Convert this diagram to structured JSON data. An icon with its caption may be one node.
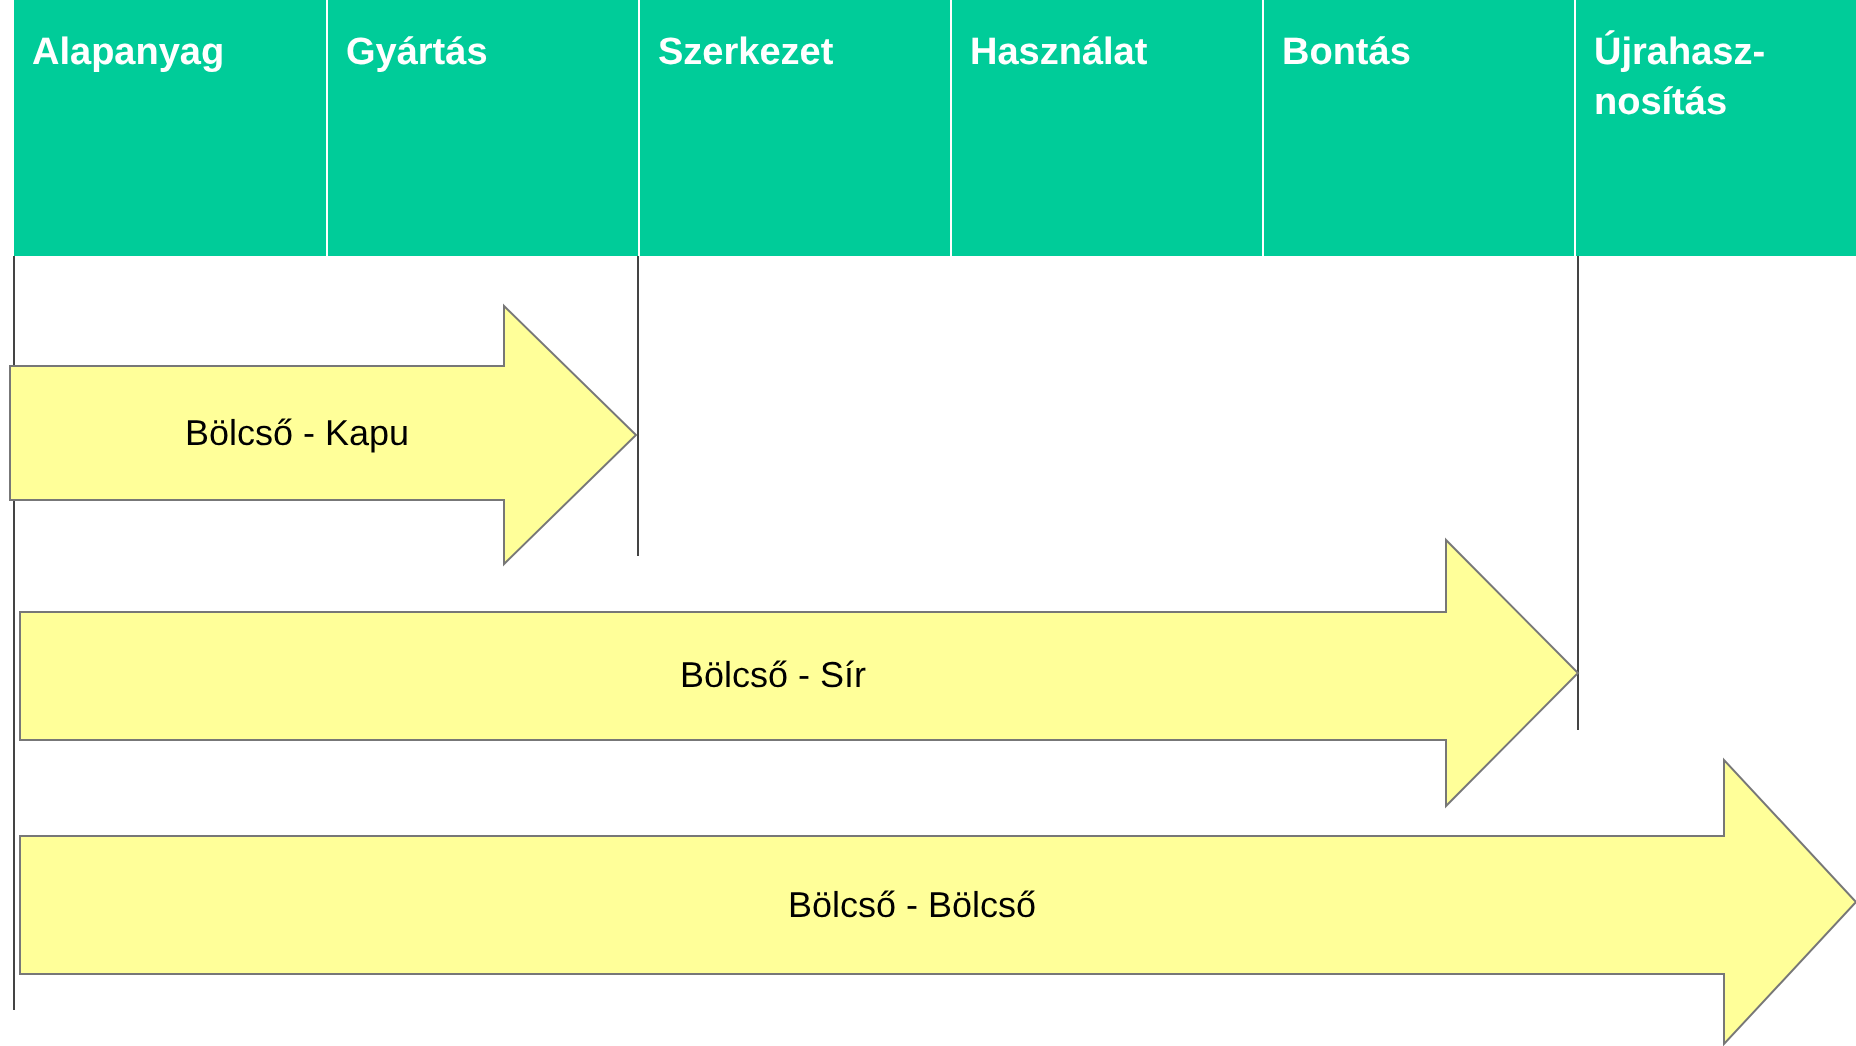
{
  "diagram": {
    "nodes": [
      {
        "text": [
          "Alapanyag"
        ]
      },
      {
        "text": [
          "Gyártás"
        ]
      },
      {
        "text": [
          "Szerkezet"
        ]
      },
      {
        "text": [
          "Használat"
        ]
      },
      {
        "text": [
          "Bontás"
        ]
      },
      {
        "text": [
          "Újrahasz-nosítás"
        ]
      },
      {
        "text": [
          "Bölcső - Kapu"
        ]
      },
      {
        "text": [
          "Bölcső - Sír"
        ]
      },
      {
        "text": [
          "Bölcső - Bölcső"
        ]
      }
    ]
  }
}
